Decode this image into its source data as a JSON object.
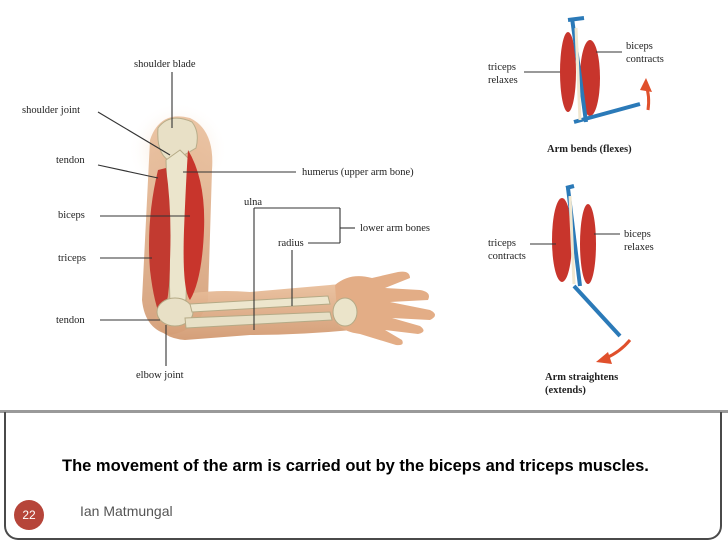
{
  "labels": {
    "shoulder_blade": "shoulder blade",
    "shoulder_joint": "shoulder joint",
    "tendon_top": "tendon",
    "biceps": "biceps",
    "triceps": "triceps",
    "tendon_bottom": "tendon",
    "elbow_joint": "elbow joint",
    "humerus": "humerus (upper arm bone)",
    "ulna": "ulna",
    "radius": "radius",
    "lower_arm_bones": "lower arm bones"
  },
  "flex_panel": {
    "triceps_line1": "triceps",
    "triceps_line2": "relaxes",
    "biceps_line1": "biceps",
    "biceps_line2": "contracts",
    "caption": "Arm bends (flexes)"
  },
  "extend_panel": {
    "triceps_line1": "triceps",
    "triceps_line2": "contracts",
    "biceps_line1": "biceps",
    "biceps_line2": "relaxes",
    "caption_line1": "Arm straightens",
    "caption_line2": "(extends)"
  },
  "footer": {
    "caption": "The movement of the arm is carried out by the biceps and triceps muscles.",
    "page_number": "22",
    "author": "Ian Matmungal"
  },
  "colors": {
    "muscle": "#c8352c",
    "bone_blue": "#2b7ab8",
    "arrow": "#e0502c",
    "skin": "#e8b894",
    "bone": "#e6dfc4"
  }
}
